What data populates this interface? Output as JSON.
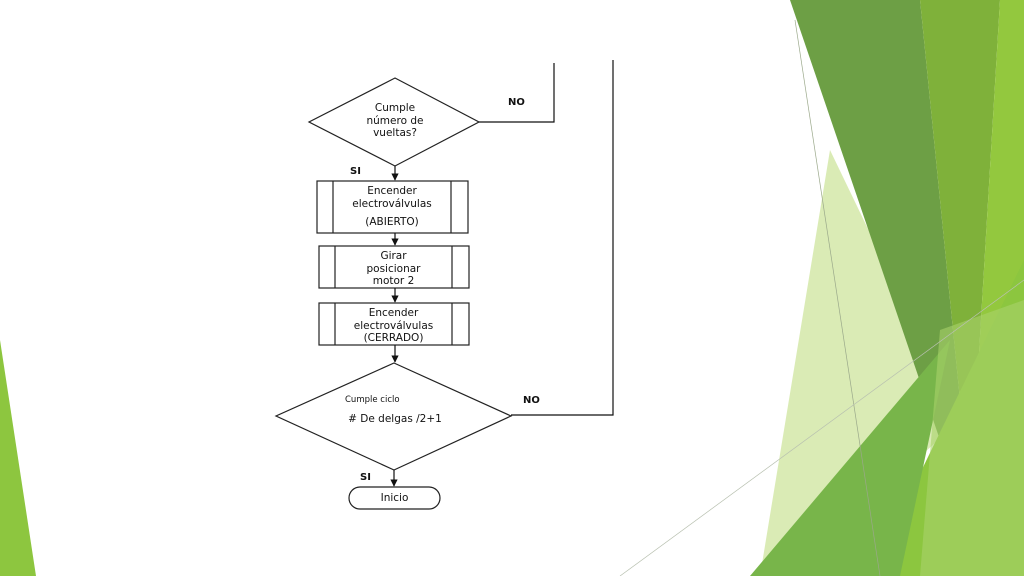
{
  "theme": {
    "accent_green": "#8dc63f",
    "dark_green": "#5b9a2f",
    "light_green": "#c9e29a"
  },
  "flowchart": {
    "decision1": {
      "line1": "Cumple",
      "line2": "número de",
      "line3": "vueltas?"
    },
    "decision1_yes": "SI",
    "decision1_no": "NO",
    "process1": {
      "line1": "Encender",
      "line2": "electroválvulas",
      "line3": "(ABIERTO)"
    },
    "process2": {
      "line1": "Girar",
      "line2": "posicionar",
      "line3": "motor 2"
    },
    "process3": {
      "line1": "Encender",
      "line2": "electroválvulas",
      "line3": "(CERRADO)"
    },
    "decision2": {
      "line1": "Cumple  ciclo",
      "line2": "# De delgas /2+1"
    },
    "decision2_yes": "SI",
    "decision2_no": "NO",
    "terminal": "Inicio"
  }
}
